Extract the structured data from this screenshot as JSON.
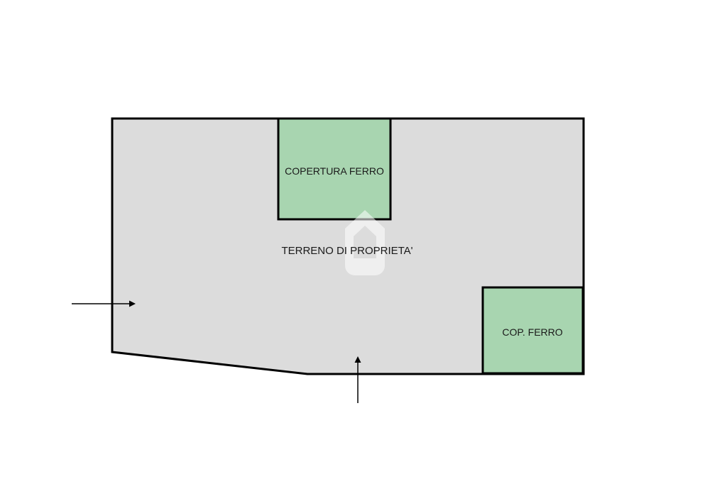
{
  "plan": {
    "land": {
      "label": "TERRENO DI PROPRIETA'",
      "fill": "#dcdcdc",
      "stroke": "#000000"
    },
    "covers": [
      {
        "label": "COPERTURA FERRO",
        "fill": "#a8d5b0"
      },
      {
        "label": "COP. FERRO",
        "fill": "#a8d5b0"
      }
    ],
    "access_arrows": 2,
    "watermark": "house-logo-icon"
  }
}
